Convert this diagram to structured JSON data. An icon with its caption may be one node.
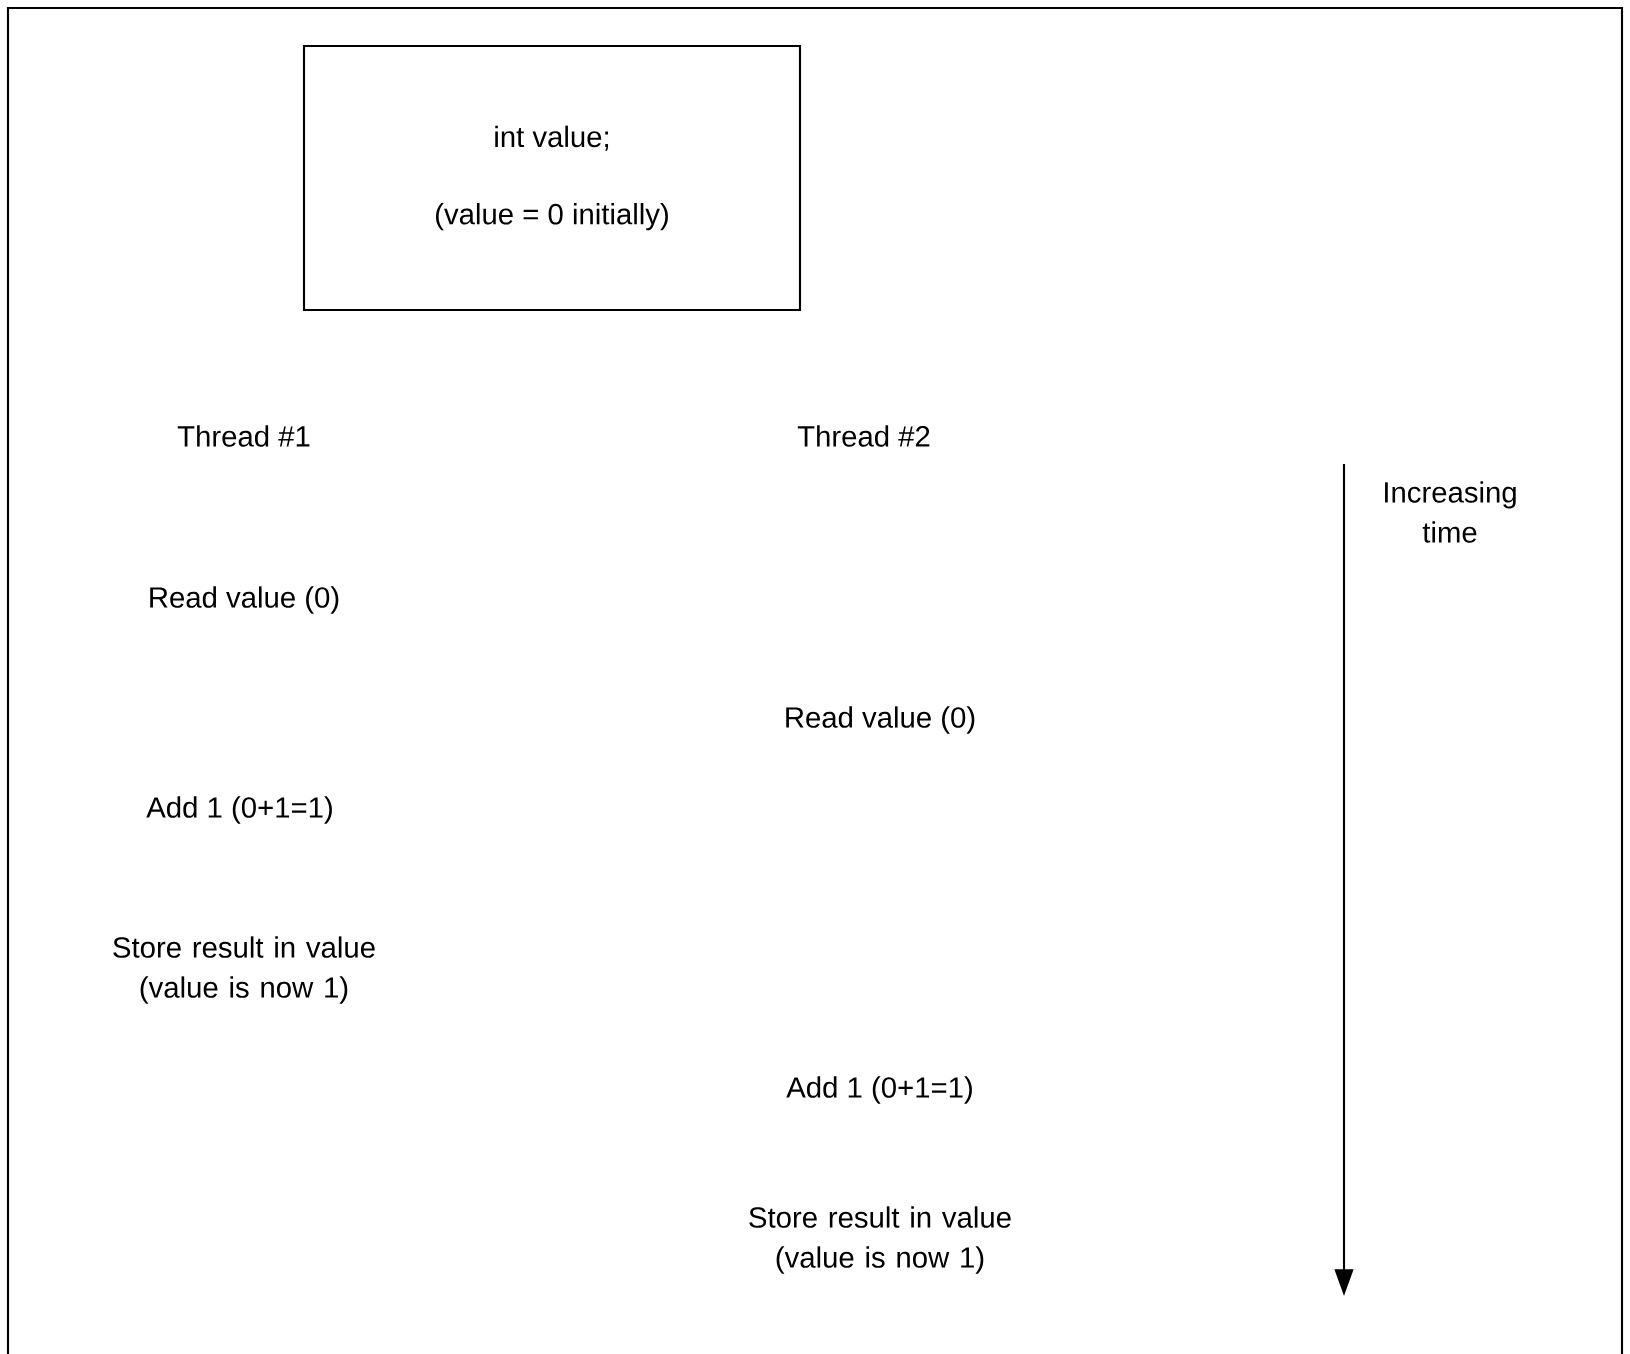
{
  "diagram": {
    "nodes": [
      {
        "text": [
          "int value;",
          "(value = 0 initially)"
        ]
      }
    ],
    "labels": [
      "Thread #1",
      "Thread #2",
      "Increasing time",
      "Read value (0)",
      "Read value (0)",
      "Add 1 (0+1=1)",
      "Store result in value (value is now 1)",
      "Add 1 (0+1=1)",
      "Store result in value (value is now 1)"
    ]
  }
}
